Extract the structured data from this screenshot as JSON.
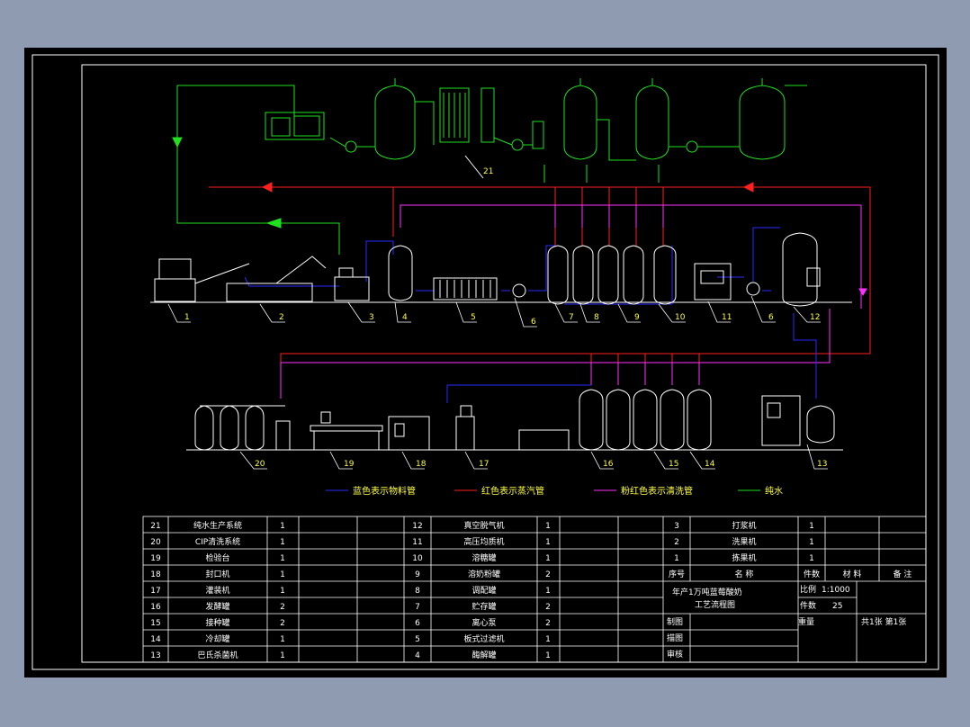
{
  "colors": {
    "material": "#2a2aff",
    "steam": "#ff2020",
    "cleaning": "#ff30ff",
    "water": "#20e020",
    "equipment": "#ffffff",
    "label": "#ffff40",
    "frame": "#ffffff"
  },
  "labels": {
    "water_system": "21",
    "top_row": [
      "1",
      "2",
      "3",
      "4",
      "5",
      "6",
      "7",
      "8",
      "9",
      "10",
      "11",
      "6",
      "12"
    ],
    "bottom_row": [
      "20",
      "19",
      "18",
      "17",
      "16",
      "15",
      "14",
      "13"
    ]
  },
  "legend": [
    {
      "key": "material",
      "text": "蓝色表示物料管"
    },
    {
      "key": "steam",
      "text": "红色表示蒸汽管"
    },
    {
      "key": "cleaning",
      "text": "粉红色表示清洗管"
    },
    {
      "key": "water",
      "text": "纯水"
    }
  ],
  "parts_table": {
    "left": [
      [
        "21",
        "纯水生产系统",
        "1"
      ],
      [
        "20",
        "CIP清洗系统",
        "1"
      ],
      [
        "19",
        "检验台",
        "1"
      ],
      [
        "18",
        "封口机",
        "1"
      ],
      [
        "17",
        "灌装机",
        "1"
      ],
      [
        "16",
        "发酵罐",
        "2"
      ],
      [
        "15",
        "接种罐",
        "2"
      ],
      [
        "14",
        "冷却罐",
        "1"
      ],
      [
        "13",
        "巴氏杀菌机",
        "1"
      ]
    ],
    "middle": [
      [
        "12",
        "真空脱气机",
        "1"
      ],
      [
        "11",
        "高压均质机",
        "1"
      ],
      [
        "10",
        "溶糖罐",
        "1"
      ],
      [
        "9",
        "溶奶粉罐",
        "2"
      ],
      [
        "8",
        "调配罐",
        "1"
      ],
      [
        "7",
        "贮存罐",
        "2"
      ],
      [
        "6",
        "离心泵",
        "2"
      ],
      [
        "5",
        "板式过滤机",
        "1"
      ],
      [
        "4",
        "酶解罐",
        "1"
      ]
    ],
    "right": [
      [
        "3",
        "打浆机",
        "1"
      ],
      [
        "2",
        "洗果机",
        "1"
      ],
      [
        "1",
        "拣果机",
        "1"
      ]
    ],
    "header": {
      "no": "序号",
      "name": "名  称",
      "qty": "件数",
      "material": "材 料",
      "note": "备 注"
    }
  },
  "title_block": {
    "title_line1": "年产1万吨蓝莓酸奶",
    "title_line2": "工艺流程图",
    "scale_label": "比例",
    "scale_value": "1:1000",
    "count_label": "件数",
    "count_value": "25",
    "weight_label": "重量",
    "sheets": "共1张  第1张",
    "drawn": "制图",
    "traced": "描图",
    "checked": "审核"
  }
}
